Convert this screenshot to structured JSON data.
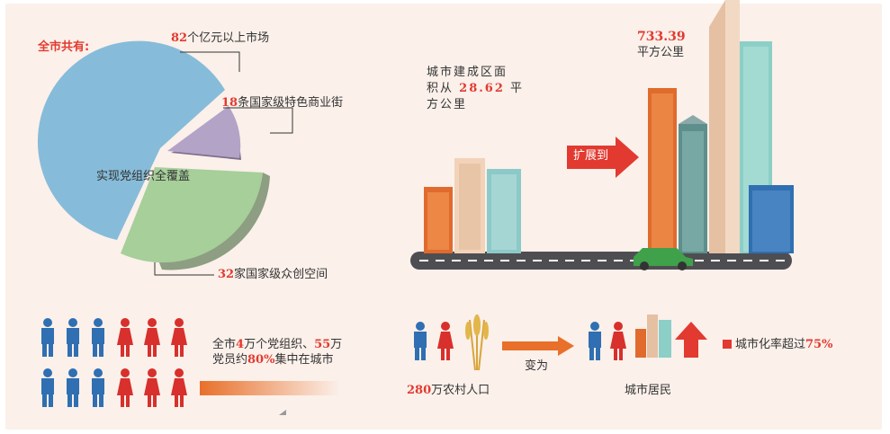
{
  "pie": {
    "heading": "全市共有:",
    "center_label": "实现党组织全覆盖",
    "items": [
      {
        "number": "82",
        "text": "个亿元以上市场"
      },
      {
        "number": "18",
        "text": "条国家级特色商业街"
      },
      {
        "number": "32",
        "text": "家国家级众创空间"
      }
    ]
  },
  "city": {
    "area_text_line1": "城市建成区面",
    "area_text_line2a": "积从",
    "area_from": "28.62",
    "area_text_line2b": "平",
    "area_text_line3": "方公里",
    "expand_label": "扩展到",
    "area_to": "733.39",
    "area_to_unit": "平方公里"
  },
  "party": {
    "line1_a": "全市",
    "line1_num1": "4",
    "line1_b": "万个党组织、",
    "line1_num2": "55",
    "line1_c": "万",
    "line2_a": "党员约",
    "line2_pct": "80%",
    "line2_b": "集中在城市"
  },
  "urban": {
    "rural_number": "280",
    "rural_text": "万农村人口",
    "change_label": "变为",
    "resident_label": "城市居民",
    "rate_text": "城市化率超过",
    "rate_value": "75%"
  },
  "colors": {
    "accent_red": "#e23a30",
    "blue_person": "#2f6fb2",
    "red_person": "#d8302c",
    "orange_bar": "#e8702a"
  }
}
